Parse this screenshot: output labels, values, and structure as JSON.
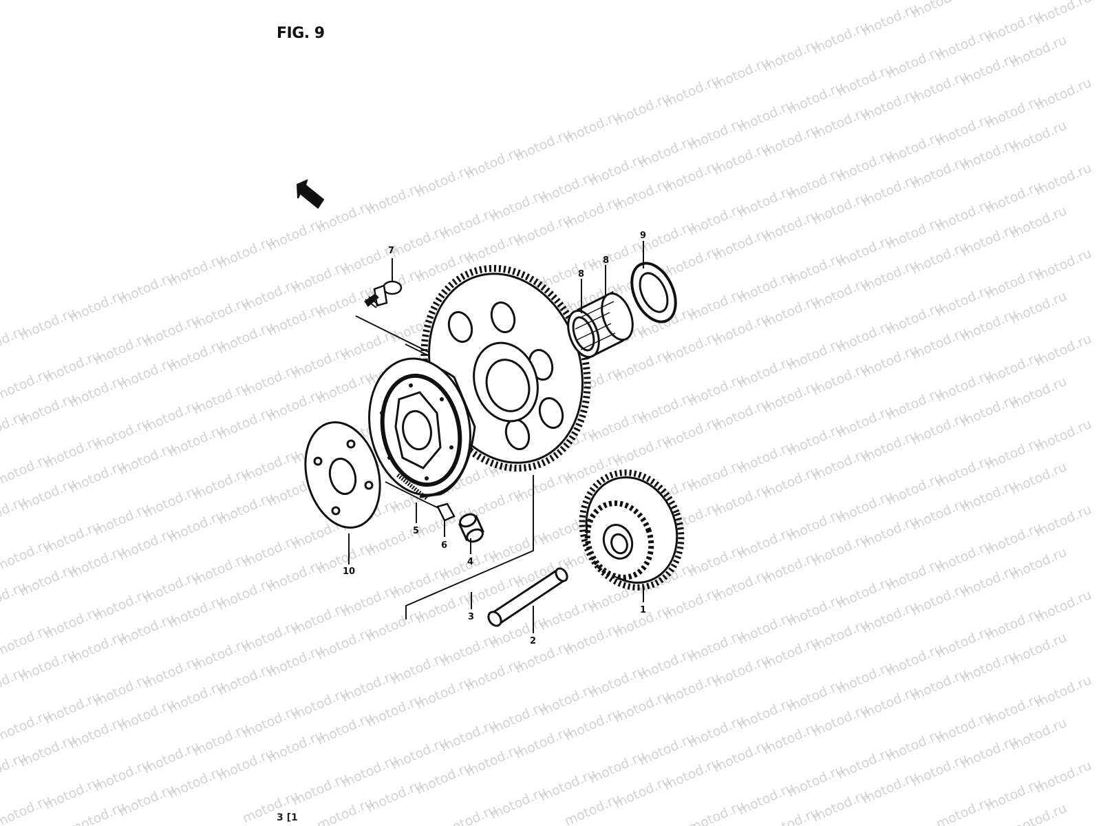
{
  "figure": {
    "title": "FIG. 9",
    "corner_mark": "3 [1",
    "watermark_text": "motod.ru",
    "colors": {
      "ink": "#111111",
      "watermark": "#d2d2d2",
      "background": "#ffffff"
    },
    "front_arrow_icon": "front-direction-arrow-icon"
  },
  "callouts": [
    {
      "id": "1",
      "label": "1"
    },
    {
      "id": "2",
      "label": "2"
    },
    {
      "id": "3",
      "label": "3"
    },
    {
      "id": "4",
      "label": "4"
    },
    {
      "id": "5",
      "label": "5"
    },
    {
      "id": "6",
      "label": "6"
    },
    {
      "id": "7",
      "label": "7"
    },
    {
      "id": "8a",
      "label": "8"
    },
    {
      "id": "8b",
      "label": "8"
    },
    {
      "id": "9",
      "label": "9"
    },
    {
      "id": "10",
      "label": "10"
    }
  ]
}
